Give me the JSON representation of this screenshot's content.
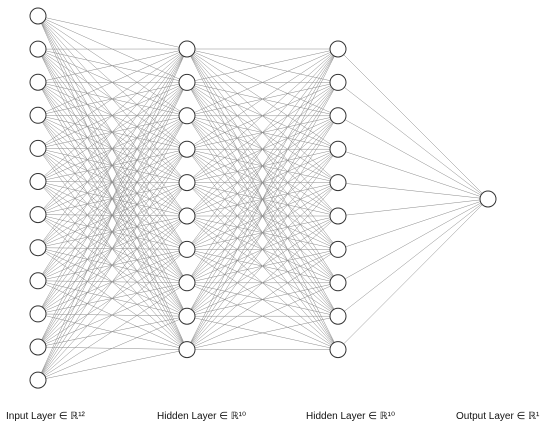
{
  "diagram": {
    "type": "neural-network",
    "layers": [
      {
        "label": "Input Layer ∈ ℝ¹²",
        "nodes": 12
      },
      {
        "label": "Hidden Layer ∈ ℝ¹⁰",
        "nodes": 10
      },
      {
        "label": "Hidden Layer ∈ ℝ¹⁰",
        "nodes": 10
      },
      {
        "label": "Output Layer ∈ ℝ¹",
        "nodes": 1
      }
    ],
    "connectivity": "fully-connected",
    "colors": {
      "node_fill": "#ffffff",
      "node_stroke": "#333333",
      "edge": "#8a8a8a",
      "text": "#111111"
    }
  }
}
